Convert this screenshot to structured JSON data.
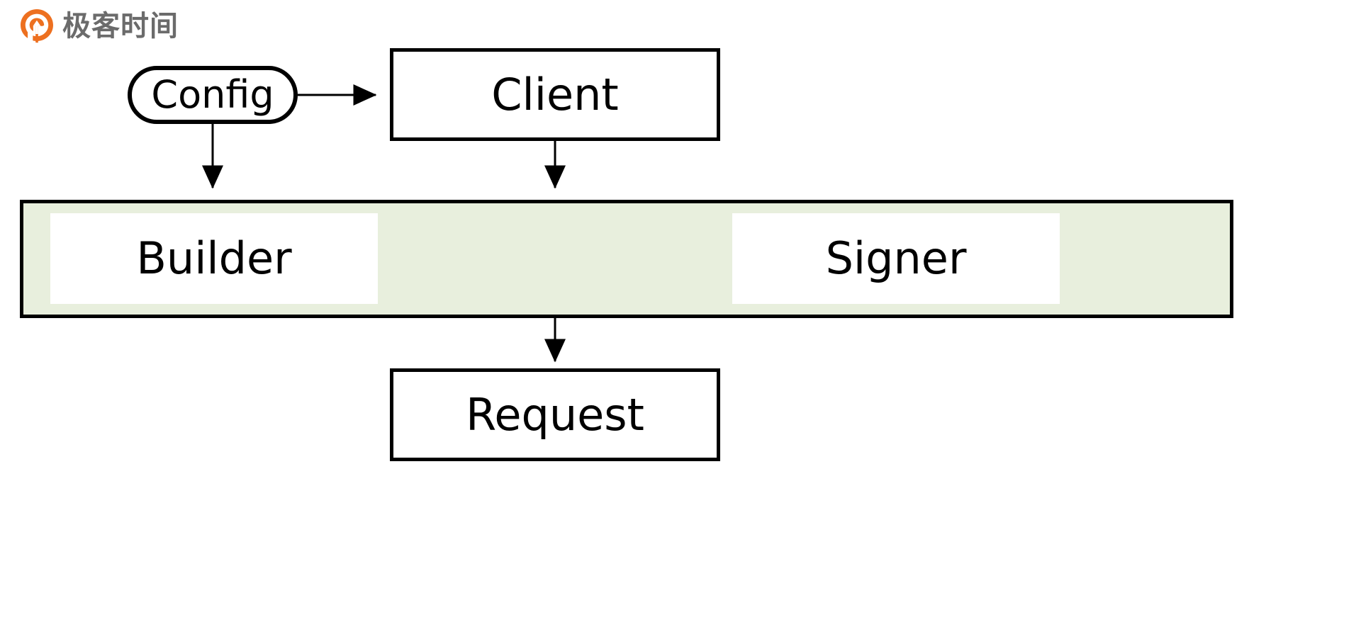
{
  "brand": {
    "logo_icon": "geektime-circle-arrow-icon",
    "name": "极客时间",
    "accent_color": "#ed7020",
    "text_color": "#6b6b6b"
  },
  "diagram": {
    "type": "flow-diagram",
    "background": "#ffffff",
    "stroke_color": "#000000",
    "group_fill": "#e8efdd",
    "nodes": [
      {
        "id": "config",
        "label": "Config",
        "shape": "rounded-rect"
      },
      {
        "id": "client",
        "label": "Client",
        "shape": "rect"
      },
      {
        "id": "builder",
        "label": "Builder",
        "shape": "rect-in-group"
      },
      {
        "id": "signer",
        "label": "Signer",
        "shape": "rect-in-group"
      },
      {
        "id": "request",
        "label": "Request",
        "shape": "rect"
      }
    ],
    "group": {
      "id": "builder-signer-group",
      "label": "",
      "fill": "#e8efdd"
    },
    "edges": [
      {
        "from": "config",
        "to": "client",
        "arrow": "right"
      },
      {
        "from": "config",
        "to": "builder",
        "arrow": "down"
      },
      {
        "from": "client",
        "to": "group",
        "arrow": "down"
      },
      {
        "from": "group",
        "to": "request",
        "arrow": "down"
      }
    ]
  }
}
